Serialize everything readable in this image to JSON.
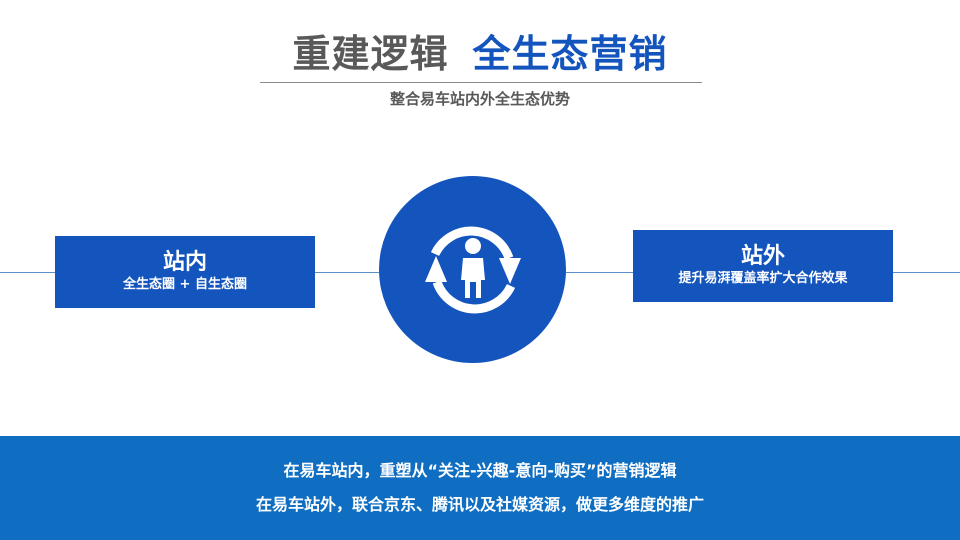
{
  "header": {
    "title_part1": "重建逻辑",
    "title_part2": "全生态营销",
    "subtitle": "整合易车站内外全生态优势"
  },
  "diagram": {
    "left_box": {
      "title": "站内",
      "subtitle": "全生态圈 + 自生态圈"
    },
    "center": {
      "icon": "person-cycle-icon"
    },
    "right_box": {
      "title": "站外",
      "subtitle": "提升易湃覆盖率扩大合作效果"
    }
  },
  "footer": {
    "line1": "在易车站内，重塑从“关注-兴趣-意向-购买”的营销逻辑",
    "line2": "在易车站外，联合京东、腾讯以及社媒资源，做更多维度的推广"
  },
  "colors": {
    "primary_blue": "#1455BD",
    "footer_blue": "#0F6EC2",
    "title_gray": "#595959",
    "connector_line": "#5b8fc7"
  }
}
